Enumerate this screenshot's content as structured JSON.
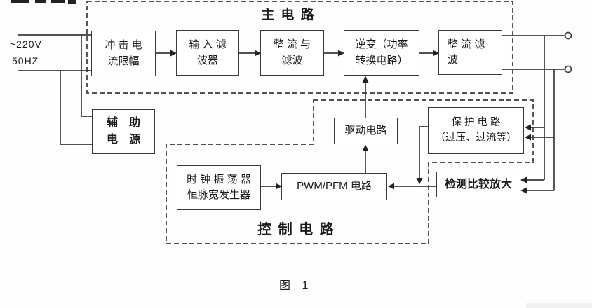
{
  "diagram": {
    "main_title": "主 电 路",
    "control_title": "控 制 电 路",
    "caption": "图 1",
    "input_labels": {
      "voltage": "~220V",
      "frequency": "50HZ"
    },
    "blocks": {
      "surge_limiter": {
        "line1": "冲 击 电",
        "line2": "流限幅"
      },
      "input_filter": {
        "line1": "输 入 滤",
        "line2": "波器"
      },
      "rectify_and_filter": {
        "line1": "整 流 与",
        "line2": "滤波"
      },
      "inverter": {
        "line1": "逆变（功率",
        "line2": "转换电路）"
      },
      "output_rectify_filter": {
        "line1": "整 流 滤",
        "line2": "波"
      },
      "aux_power": {
        "line1": "辅　助",
        "line2": "电　源"
      },
      "drive": {
        "label": "驱动电路"
      },
      "protection": {
        "line1": "保 护 电 路",
        "line2": "（过压、过流等）"
      },
      "clock_oscillator": {
        "line1": "时 钟 振 荡 器",
        "line2": "恒脉宽发生器"
      },
      "pwm_pfm": {
        "label": "PWM/PFM 电路"
      },
      "detect_compare_amp": {
        "label": "检测比较放大"
      }
    },
    "colors": {
      "line": "#3a3a3a",
      "text": "#1a1a1a",
      "background": "#ffffff"
    }
  }
}
